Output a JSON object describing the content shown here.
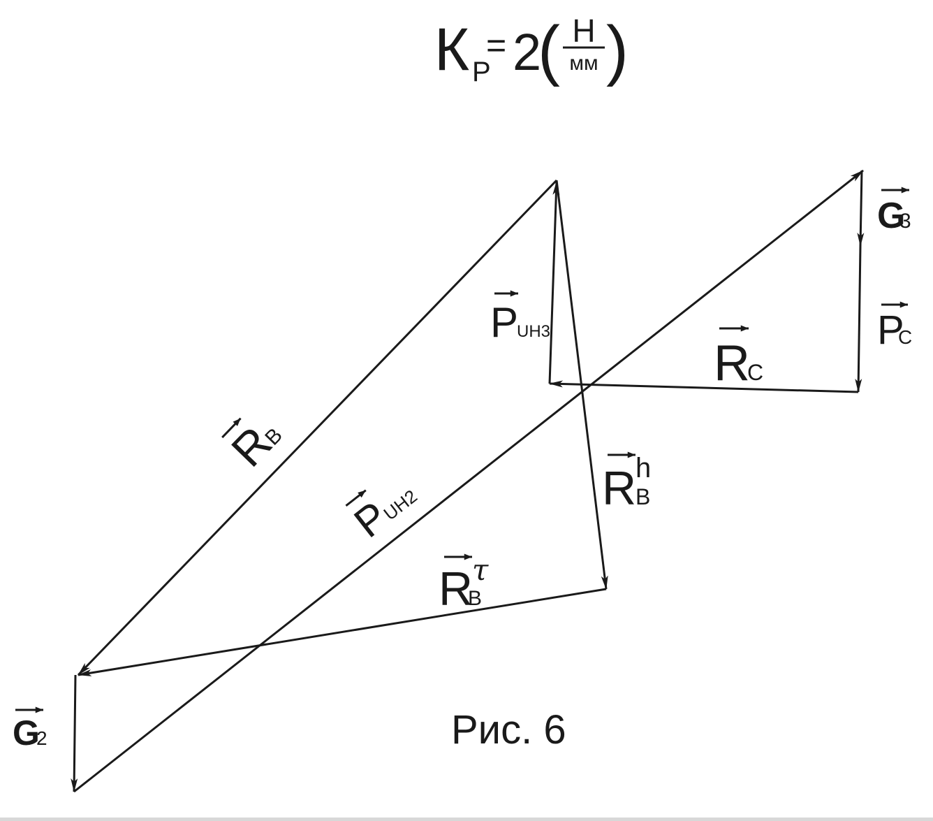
{
  "title": {
    "symbol": "К",
    "subscript": "P",
    "equals": "=",
    "value": "2",
    "unit_num": "Н",
    "unit_den": "мм"
  },
  "caption": "Рис. 6",
  "vectors": {
    "r_b": {
      "main": "R",
      "sub": "B"
    },
    "p_in2": {
      "main": "P",
      "sub": "UH2"
    },
    "r_b_tau": {
      "main": "R",
      "sub": "B",
      "sup": "τ"
    },
    "r_b_n": {
      "main": "R",
      "sub": "B",
      "sup": "h"
    },
    "p_in3": {
      "main": "P",
      "sub": "UH3"
    },
    "r_c": {
      "main": "R",
      "sub": "C"
    },
    "p_c": {
      "main": "P",
      "sub": "C"
    },
    "g3": {
      "main": "G",
      "sub": "3"
    },
    "g2": {
      "main": "G",
      "sub": "2"
    }
  },
  "colors": {
    "ink": "#1a1a1a"
  }
}
